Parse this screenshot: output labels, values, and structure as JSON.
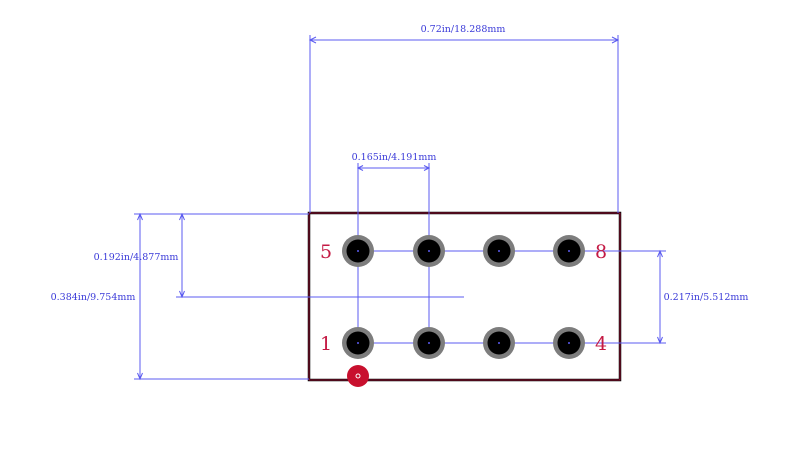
{
  "dimensions": {
    "overall_width": "0.72in/18.288mm",
    "pin_pitch": "0.165in/4.191mm",
    "half_height": "0.192in/4.877mm",
    "overall_height": "0.384in/9.754mm",
    "row_spacing": "0.217in/5.512mm"
  },
  "pins": {
    "top_left": "5",
    "top_right": "8",
    "bottom_left": "1",
    "bottom_right": "4"
  },
  "colors": {
    "dimension": "#5b5bf0",
    "label": "#c41a44",
    "outline": "#000000",
    "pad": "#7d7d7d",
    "pin1_marker": "#c8102e"
  }
}
